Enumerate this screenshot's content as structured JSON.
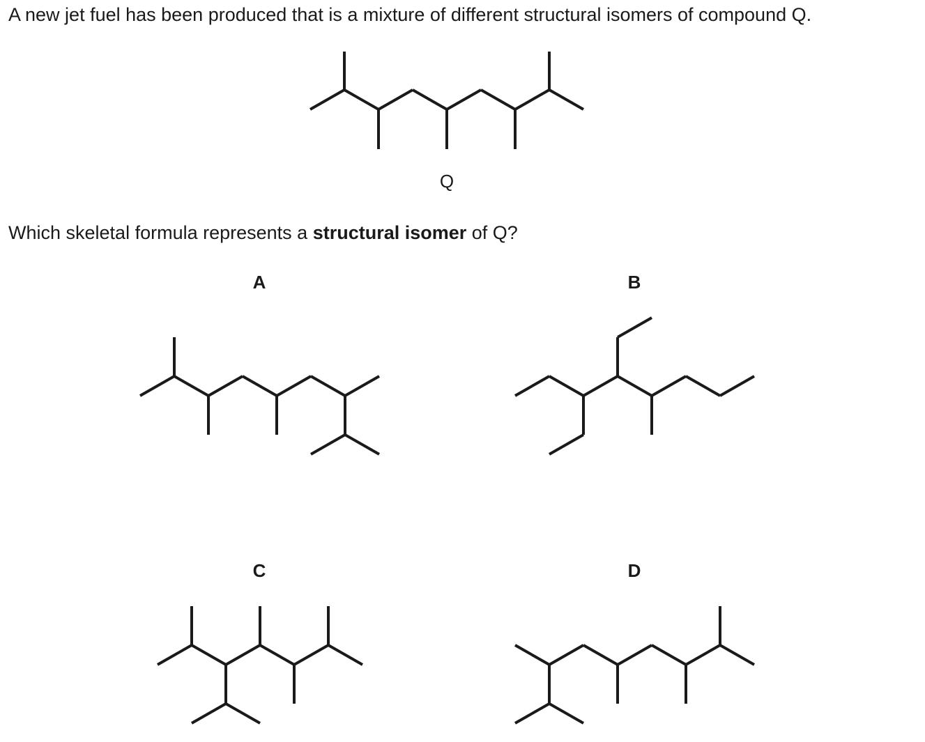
{
  "intro_text": "A new jet fuel has been produced that is a mixture of different structural isomers of compound Q.",
  "compound_label": "Q",
  "question": {
    "before": "Which skeletal formula represents a ",
    "bold": "structural isomer",
    "after": " of Q?"
  },
  "options": [
    {
      "label": "A"
    },
    {
      "label": "B"
    },
    {
      "label": "C"
    },
    {
      "label": "D"
    }
  ]
}
